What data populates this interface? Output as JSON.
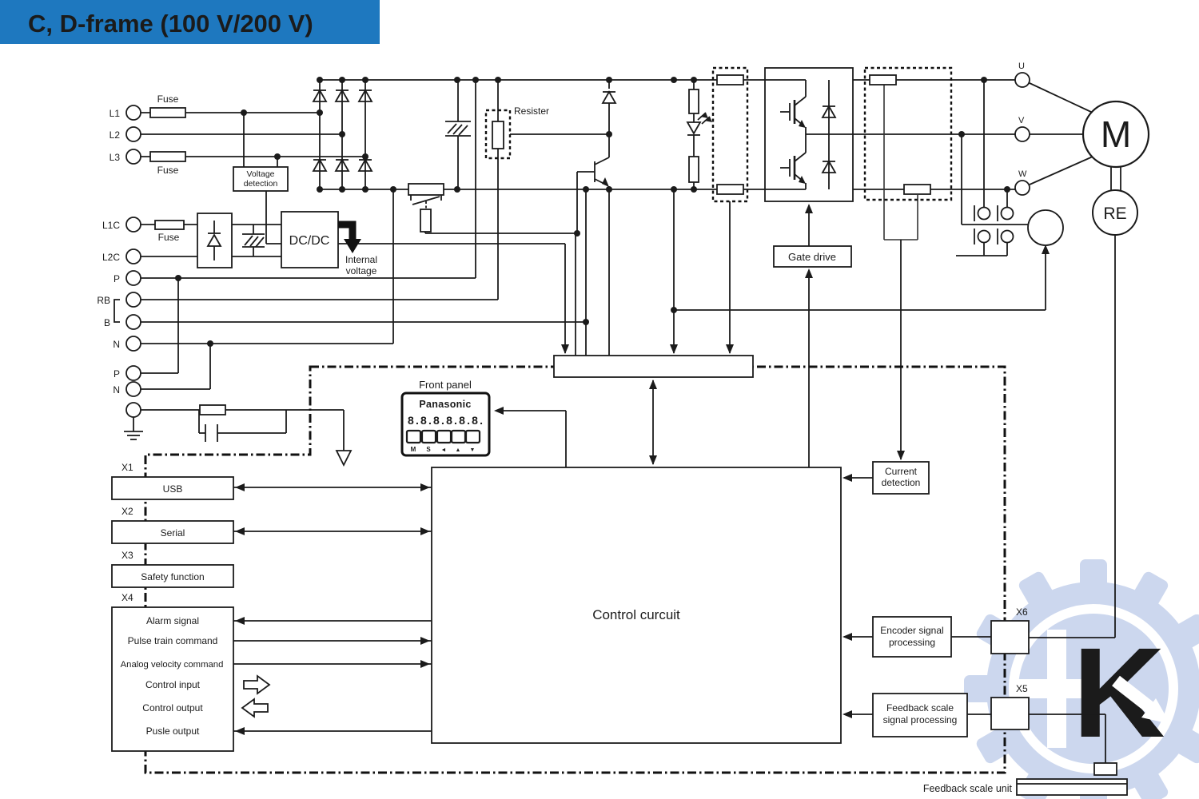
{
  "header": {
    "title": "C, D-frame (100 V/200 V)"
  },
  "colors": {
    "header_bg": "#1e78bf",
    "header_fg": "#ffffff",
    "line": "#1b1b1b",
    "watermark": "#ccd7ee"
  },
  "power_terminals": {
    "l1": "L1",
    "l2": "L2",
    "l3": "L3",
    "l1c": "L1C",
    "l2c": "L2C",
    "p_top": "P",
    "rb": "RB",
    "b": "B",
    "n_top": "N",
    "p_bottom": "P",
    "n_bottom": "N"
  },
  "fuses": {
    "l1": "Fuse",
    "l3": "Fuse",
    "l1c": "Fuse"
  },
  "blocks": {
    "voltage_detection": {
      "line1": "Voltage",
      "line2": "detection"
    },
    "resister": "Resister",
    "dcdc": "DC/DC",
    "internal_voltage": {
      "line1": "Internal",
      "line2": "voltage"
    },
    "gate_drive": "Gate drive",
    "control_circuit": "Control curcuit",
    "current_detection": {
      "line1": "Current",
      "line2": "detection"
    },
    "encoder_processing": {
      "line1": "Encoder signal",
      "line2": "processing"
    },
    "feedback_processing": {
      "line1": "Feedback scale",
      "line2": "signal processing"
    },
    "feedback_scale_unit": "Feedback scale unit"
  },
  "front_panel": {
    "label": "Front panel",
    "brand": "Panasonic",
    "display": "8.8.8.8.8.8.",
    "buttons": [
      "M",
      "S",
      "◄",
      "▲",
      "▼"
    ]
  },
  "connectors": {
    "x1": "X1",
    "x2": "X2",
    "x3": "X3",
    "x4": "X4",
    "x5": "X5",
    "x6": "X6"
  },
  "interfaces": {
    "usb": "USB",
    "serial": "Serial",
    "safety": "Safety function"
  },
  "x4_signals": [
    "Alarm signal",
    "Pulse train command",
    "Analog velocity command",
    "Control input",
    "Control output",
    "Pusle output"
  ],
  "motor": {
    "motor": "M",
    "encoder": "RE",
    "phases": {
      "u": "U",
      "v": "V",
      "w": "W"
    }
  },
  "watermark_letters": "K"
}
